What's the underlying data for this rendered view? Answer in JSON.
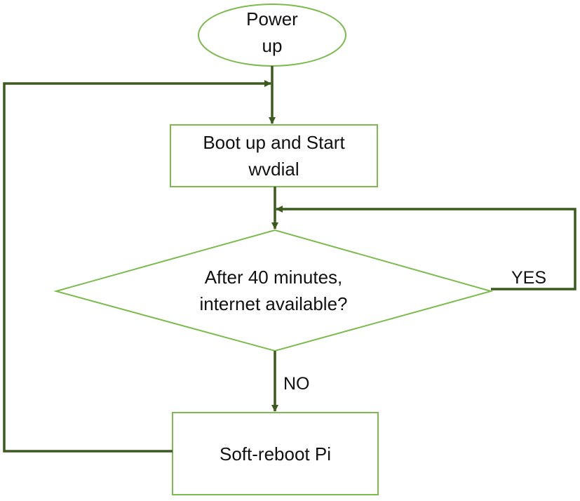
{
  "nodes": {
    "start": {
      "text": "Power\nup"
    },
    "boot": {
      "text": "Boot up and Start\nwvdial"
    },
    "decision": {
      "text": "After 40 minutes,\ninternet available?"
    },
    "reboot": {
      "text": "Soft-reboot Pi"
    }
  },
  "edges": {
    "yes_label": "YES",
    "no_label": "NO"
  },
  "colors": {
    "shape_stroke": "#7dbb4e",
    "connector": "#3a5a1e",
    "text": "#111111"
  }
}
